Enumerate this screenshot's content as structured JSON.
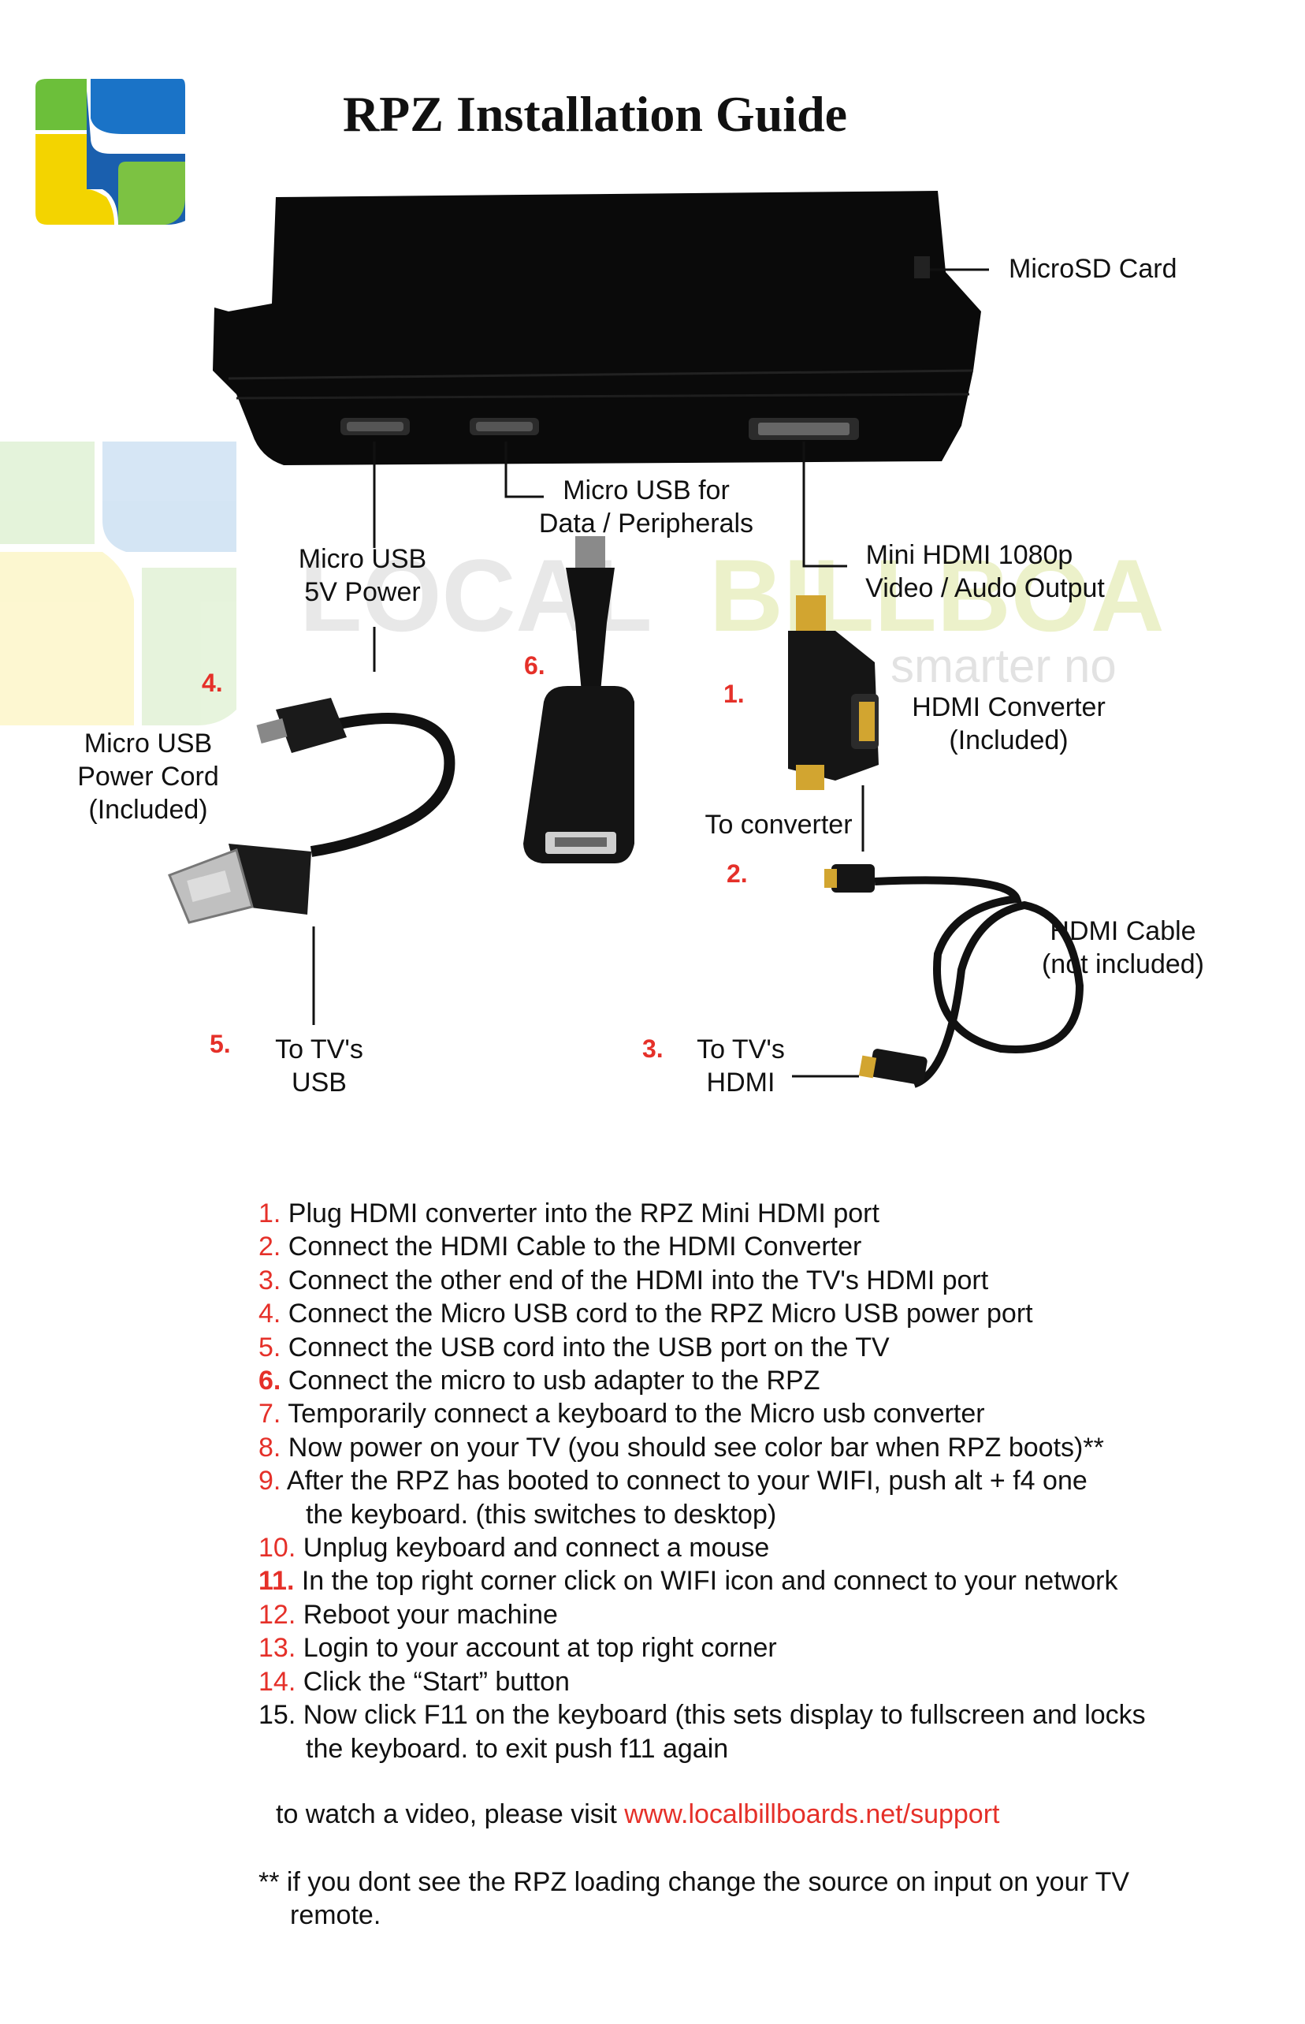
{
  "header": {
    "title": "RPZ Installation Guide",
    "logo_icon": "local-billboards-logo-icon",
    "watermark_text": "LOCAL BILLBOARDS smarter no"
  },
  "diagram": {
    "labels": {
      "microsd": "MicroSD Card",
      "micro_usb_data_1": "Micro USB for",
      "micro_usb_data_2": "Data / Peripherals",
      "mini_hdmi_1": "Mini HDMI 1080p",
      "mini_hdmi_2": "Video / Audo Output",
      "micro_usb_power_1": "Micro USB",
      "micro_usb_power_2": "5V Power",
      "hdmi_converter_1": "HDMI Converter",
      "hdmi_converter_2": "(Included)",
      "power_cord_1": "Micro USB",
      "power_cord_2": "Power Cord",
      "power_cord_3": "(Included)",
      "to_converter": "To converter",
      "hdmi_cable_1": "HDMI Cable",
      "hdmi_cable_2": "(not included)",
      "tv_usb_1": "To TV's",
      "tv_usb_2": "USB",
      "tv_hdmi_1": "To TV's",
      "tv_hdmi_2": "HDMI"
    },
    "numbers": {
      "n1": "1.",
      "n2": "2.",
      "n3": "3.",
      "n4": "4.",
      "n5": "5.",
      "n6": "6."
    },
    "accent_color": "#e53029",
    "icons": [
      "rpz-device-icon",
      "usb-power-cord-icon",
      "otg-adapter-icon",
      "hdmi-converter-icon",
      "hdmi-cable-icon"
    ]
  },
  "steps": [
    {
      "n": "1.",
      "text": " Plug HDMI converter into the RPZ Mini HDMI port"
    },
    {
      "n": "2.",
      "text": " Connect the HDMI Cable to the HDMI Converter"
    },
    {
      "n": "3.",
      "text": " Connect the other end of the HDMI into the TV's HDMI port"
    },
    {
      "n": "4.",
      "text": " Connect the Micro USB cord to the RPZ Micro USB power port"
    },
    {
      "n": "5.",
      "text": " Connect the USB cord into the USB port on the TV"
    },
    {
      "n": "6.",
      "text": " Connect the micro to usb adapter to the RPZ"
    },
    {
      "n": "7.",
      "text": " Temporarily connect a keyboard to the Micro usb converter"
    },
    {
      "n": "8.",
      "text": " Now power on your TV (you should see color bar when RPZ boots)**"
    },
    {
      "n": "9.",
      "text": " After the RPZ has booted to connect to your WIFI, push alt + f4 one"
    },
    {
      "n": "",
      "text": "the keyboard. (this switches to desktop)"
    },
    {
      "n": "10.",
      "text": " Unplug keyboard and connect a mouse"
    },
    {
      "n": "11.",
      "text": " In the top right corner click on WIFI icon and connect to your network"
    },
    {
      "n": "12.",
      "text": " Reboot your machine"
    },
    {
      "n": "13.",
      "text": " Login to your account at top right corner"
    },
    {
      "n": "14.",
      "text": " Click the “Start” button"
    },
    {
      "n": "",
      "text": "15. Now click F11 on the keyboard (this sets display to fullscreen and locks"
    },
    {
      "n": "",
      "text": "the keyboard. to exit push f11 again"
    }
  ],
  "video": {
    "prefix": "to watch a video, please visit ",
    "link": "www.localbillboards.net/support"
  },
  "note": {
    "line1": "** if you dont see the RPZ loading change the source on input on your TV",
    "line2": "remote."
  }
}
